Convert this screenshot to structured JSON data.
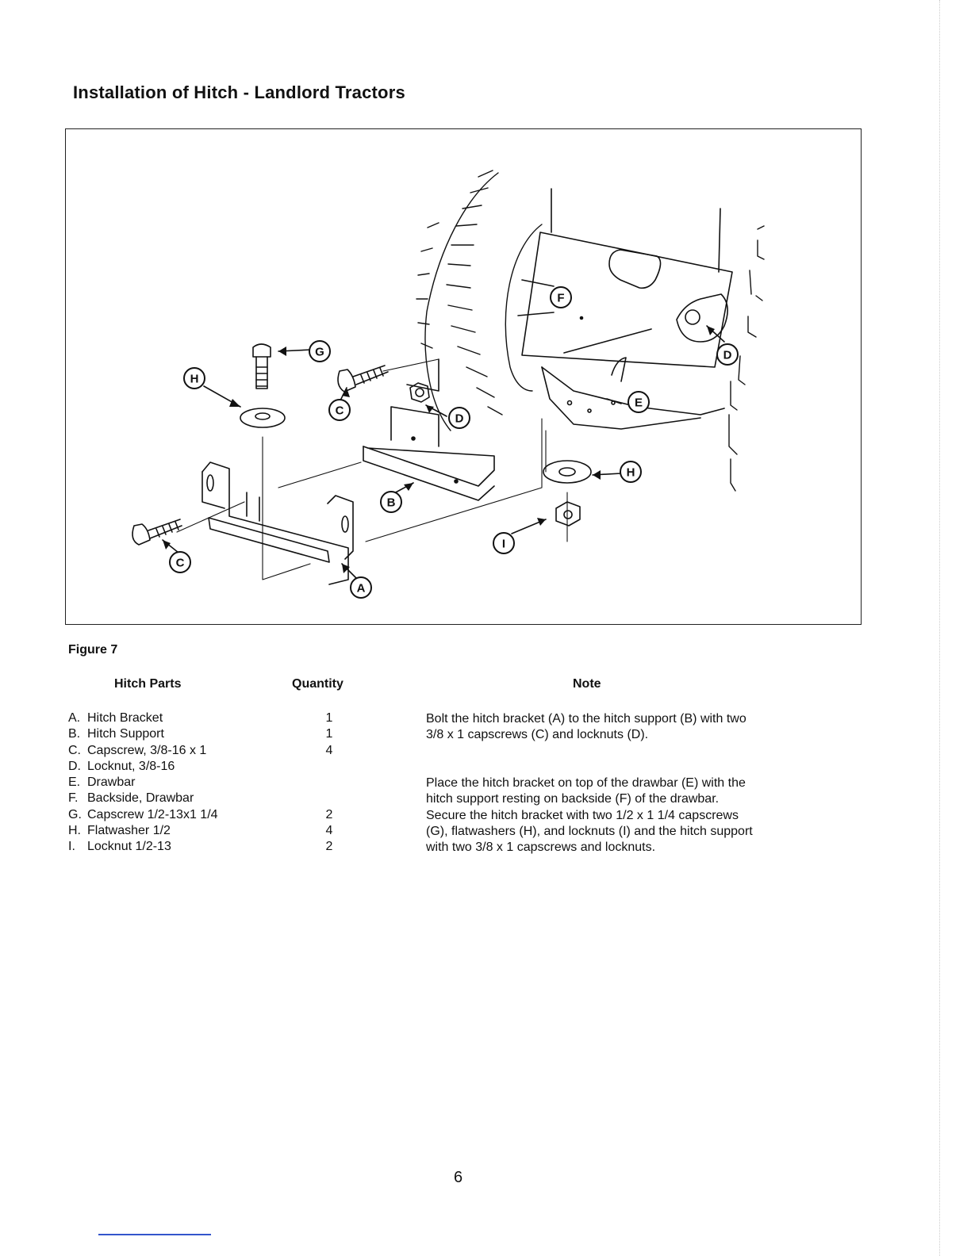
{
  "title": "Installation of Hitch - Landlord Tractors",
  "figure": {
    "caption": "Figure 7",
    "callouts": [
      "A",
      "B",
      "C",
      "C",
      "D",
      "D",
      "E",
      "F",
      "G",
      "H",
      "H",
      "I"
    ]
  },
  "table": {
    "headers": {
      "parts": "Hitch Parts",
      "quantity": "Quantity",
      "note": "Note"
    },
    "parts": [
      {
        "letter": "A.",
        "name": "Hitch Bracket",
        "qty": "1"
      },
      {
        "letter": "B.",
        "name": "Hitch Support",
        "qty": "1"
      },
      {
        "letter": "C.",
        "name": "Capscrew, 3/8-16 x 1",
        "qty": "4"
      },
      {
        "letter": "D.",
        "name": "Locknut, 3/8-16",
        "qty": ""
      },
      {
        "letter": "E.",
        "name": "Drawbar",
        "qty": ""
      },
      {
        "letter": "F.",
        "name": "Backside, Drawbar",
        "qty": ""
      },
      {
        "letter": "G.",
        "name": "Capscrew 1/2-13x1 1/4",
        "qty": "2"
      },
      {
        "letter": "H.",
        "name": "Flatwasher 1/2",
        "qty": "4"
      },
      {
        "letter": "I.",
        "name": "Locknut 1/2-13",
        "qty": "2"
      }
    ],
    "notes": [
      "Bolt the hitch bracket (A)  to the hitch support (B) with two 3/8 x 1 capscrews (C) and locknuts (D).",
      "Place the hitch bracket on top of the drawbar (E) with the hitch support resting on backside (F) of the drawbar.  Secure the hitch bracket with two 1/2 x 1 1/4 capscrews (G), flatwashers (H), and locknuts (I) and the hitch support with two 3/8 x 1 capscrews and locknuts."
    ]
  },
  "page_number": "6"
}
